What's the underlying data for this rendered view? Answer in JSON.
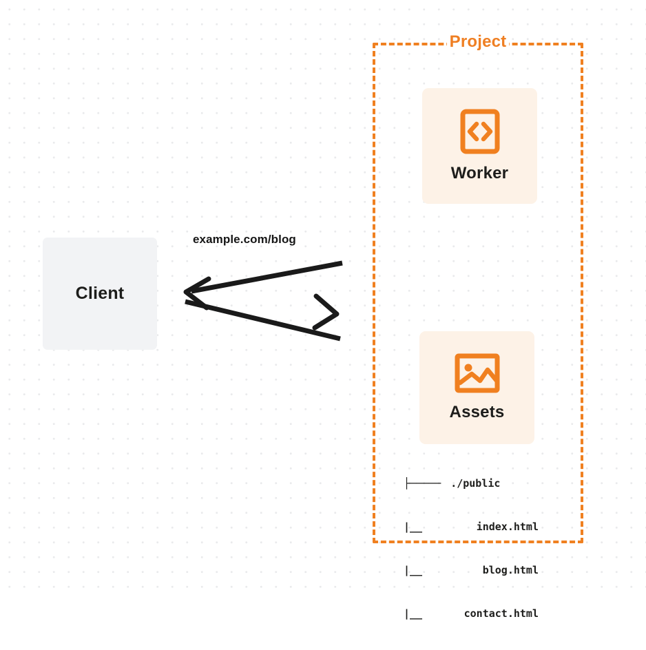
{
  "diagram": {
    "title": "Project request flow diagram",
    "background": {
      "color": "#ffffff",
      "dot_color": "#e9eaec"
    },
    "colors": {
      "orange": "#f08020",
      "orange_text": "#ef7f23",
      "card_fill": "#fdf2e7",
      "client_fill": "#f2f3f5",
      "text_dark": "#1d1d1b",
      "arrow": "#1a1a1a"
    },
    "client": {
      "label": "Client"
    },
    "connection": {
      "label": "example.com/blog",
      "request_arrow_name": "request-arrow",
      "response_arrow_name": "response-arrow"
    },
    "project": {
      "label": "Project",
      "border_style": "dashed",
      "nodes": [
        {
          "label": "Worker",
          "icon": "code-brackets-icon",
          "icon_glyph": "<>"
        },
        {
          "label": "Assets",
          "icon": "image-icon",
          "icon_glyph": ""
        }
      ]
    },
    "file_tree": {
      "rows": [
        {
          "branch": "├─────",
          "name": "./public"
        },
        {
          "branch": "|__",
          "name": "index.html"
        },
        {
          "branch": "|__",
          "name": "blog.html"
        },
        {
          "branch": "|__",
          "name": "contact.html"
        }
      ]
    }
  }
}
